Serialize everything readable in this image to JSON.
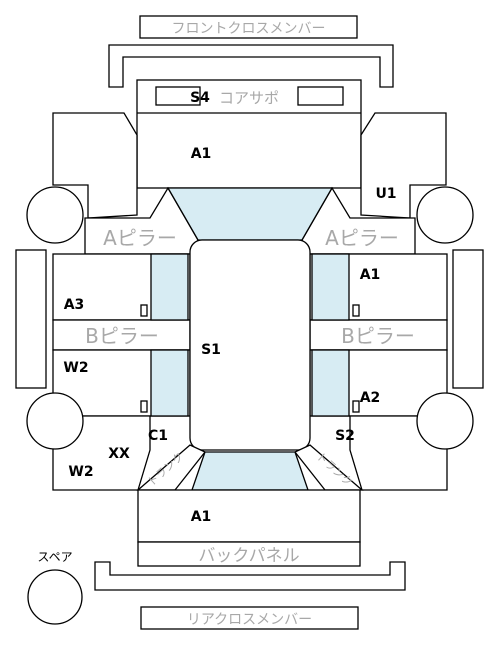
{
  "parts": {
    "front_cross_member": "フロントクロスメンバー",
    "core_support": "コアサポ",
    "a_pillar_left": "Aピラー",
    "a_pillar_right": "Aピラー",
    "b_pillar_left": "Bピラー",
    "b_pillar_right": "Bピラー",
    "back_panel": "バックパネル",
    "rear_cross_member": "リアクロスメンバー",
    "trunk_left": "トランク",
    "trunk_right": "トランク",
    "spare": "スペア"
  },
  "codes": {
    "s4": "S4",
    "a1_front": "A1",
    "u1": "U1",
    "a1_right": "A1",
    "a3": "A3",
    "s1": "S1",
    "w2_left_mid": "W2",
    "a2": "A2",
    "c1": "C1",
    "s2": "S2",
    "xx": "XX",
    "w2_left_bottom": "W2",
    "a1_rear": "A1"
  }
}
